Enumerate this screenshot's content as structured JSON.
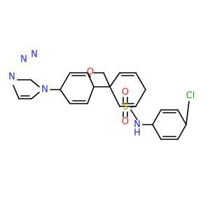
{
  "molecule": {
    "atoms": [
      {
        "label": "N",
        "color": "#1f1fff"
      },
      {
        "label": "N",
        "color": "#1f1fff"
      },
      {
        "label": "N",
        "color": "#1f1fff"
      },
      {
        "label": "N",
        "color": "#1f1fff"
      },
      {
        "label": "O",
        "color": "#ff1f1f"
      },
      {
        "label": "S",
        "color": "#c9a300"
      },
      {
        "label": "O",
        "color": "#ff1f1f"
      },
      {
        "label": "O",
        "color": "#ff1f1f"
      },
      {
        "label": "N",
        "color": "#1f1fff"
      },
      {
        "label": "H",
        "color": "#1f1fff"
      },
      {
        "label": "Cl",
        "color": "#1fa21f"
      }
    ]
  }
}
